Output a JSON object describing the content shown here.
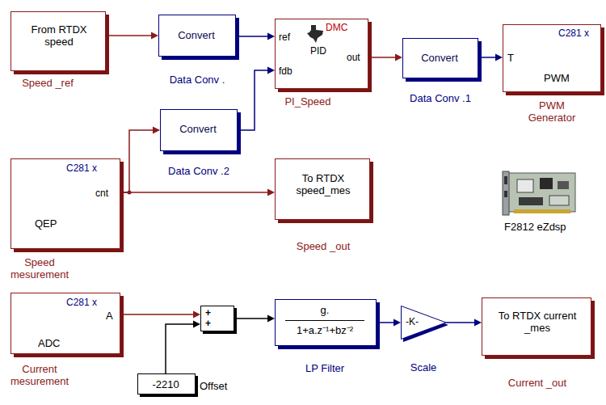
{
  "diagram": {
    "nodes": [
      {
        "text": [
          "From RTDX speed",
          "Speed _ref"
        ]
      },
      {
        "text": [
          "Convert",
          "Data Conv ."
        ]
      },
      {
        "text": [
          "ref",
          "DMC",
          "fdb",
          "PID",
          "out",
          "PI_Speed"
        ]
      },
      {
        "text": [
          "Convert",
          "Data Conv .1"
        ]
      },
      {
        "text": [
          "C281 x",
          "T",
          "PWM",
          "PWM Generator"
        ]
      },
      {
        "text": [
          "Convert",
          "Data Conv .2"
        ]
      },
      {
        "text": [
          "C281 x",
          "cnt",
          "QEP",
          "Speed mesurement"
        ]
      },
      {
        "text": [
          "To RTDX speed_mes",
          "Speed _out"
        ]
      },
      {
        "text": [
          "C281 x",
          "A",
          "ADC",
          "Current mesurement"
        ]
      },
      {
        "text": [
          "+",
          "+"
        ]
      },
      {
        "text": [
          "-2210",
          "Offset"
        ]
      },
      {
        "text": [
          "g.",
          "1+a.z⁻¹+bz⁻²",
          "LP Filter"
        ]
      },
      {
        "text": [
          "-K-",
          "Scale"
        ]
      },
      {
        "text": [
          "To RTDX current _mes",
          "Current _out"
        ]
      }
    ],
    "edges": [
      {
        "from": 0,
        "to": 1,
        "arrow": "to"
      },
      {
        "from": 1,
        "to": 2,
        "arrow": "to"
      },
      {
        "from": 2,
        "to": 3,
        "arrow": "to"
      },
      {
        "from": 3,
        "to": 4,
        "arrow": "to"
      },
      {
        "from": 6,
        "to": 5,
        "arrow": "to"
      },
      {
        "from": 5,
        "to": 2,
        "arrow": "to"
      },
      {
        "from": 6,
        "to": 7,
        "arrow": "to"
      },
      {
        "from": 8,
        "to": 9,
        "arrow": "to"
      },
      {
        "from": 10,
        "to": 9,
        "arrow": "to"
      },
      {
        "from": 9,
        "to": 11,
        "arrow": "to"
      },
      {
        "from": 11,
        "to": 12,
        "arrow": "to"
      },
      {
        "from": 12,
        "to": 13,
        "arrow": "to"
      }
    ],
    "labels": [
      "F2812 eZdsp"
    ]
  }
}
